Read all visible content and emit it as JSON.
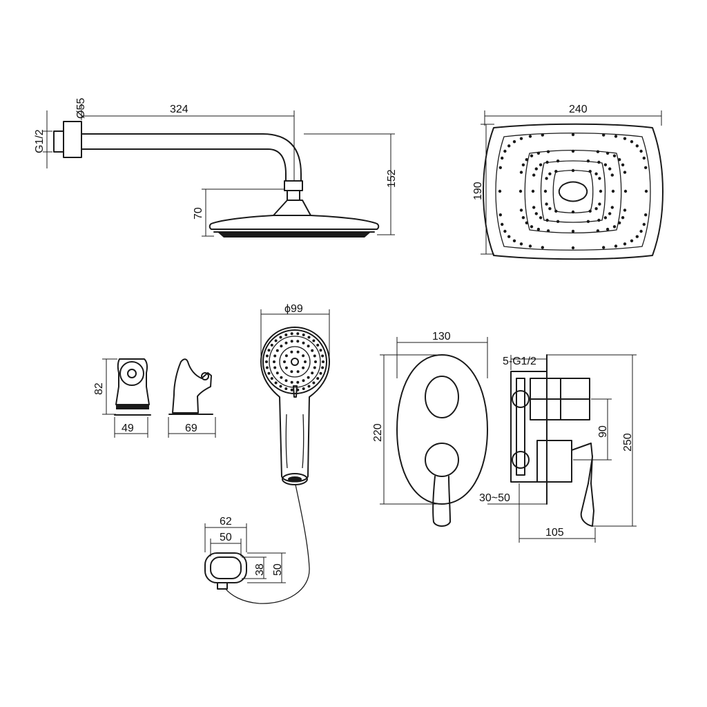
{
  "dimensions": {
    "shower_arm_inlet_diameter": "Ø55",
    "shower_arm_length": "324",
    "shower_arm_thread": "G1/2",
    "shower_arm_total_height": "152",
    "overhead_head_height": "70",
    "overhead_head_width": "240",
    "overhead_head_depth": "190",
    "hand_shower_diameter": "ϕ99",
    "holder_height": "82",
    "holder_front_width": "49",
    "holder_side_width": "69",
    "hose_clip_outer": "62",
    "hose_clip_inner": "50",
    "hose_clip_height_inner": "38",
    "hose_clip_height_outer": "50",
    "mixer_plate_width": "130",
    "mixer_plate_height": "220",
    "mixer_outlets": "5-G1/2",
    "mixer_outlet_spacing": "90",
    "mixer_total_height": "250",
    "mixer_wall_depth": "30~50",
    "mixer_projection": "105"
  }
}
